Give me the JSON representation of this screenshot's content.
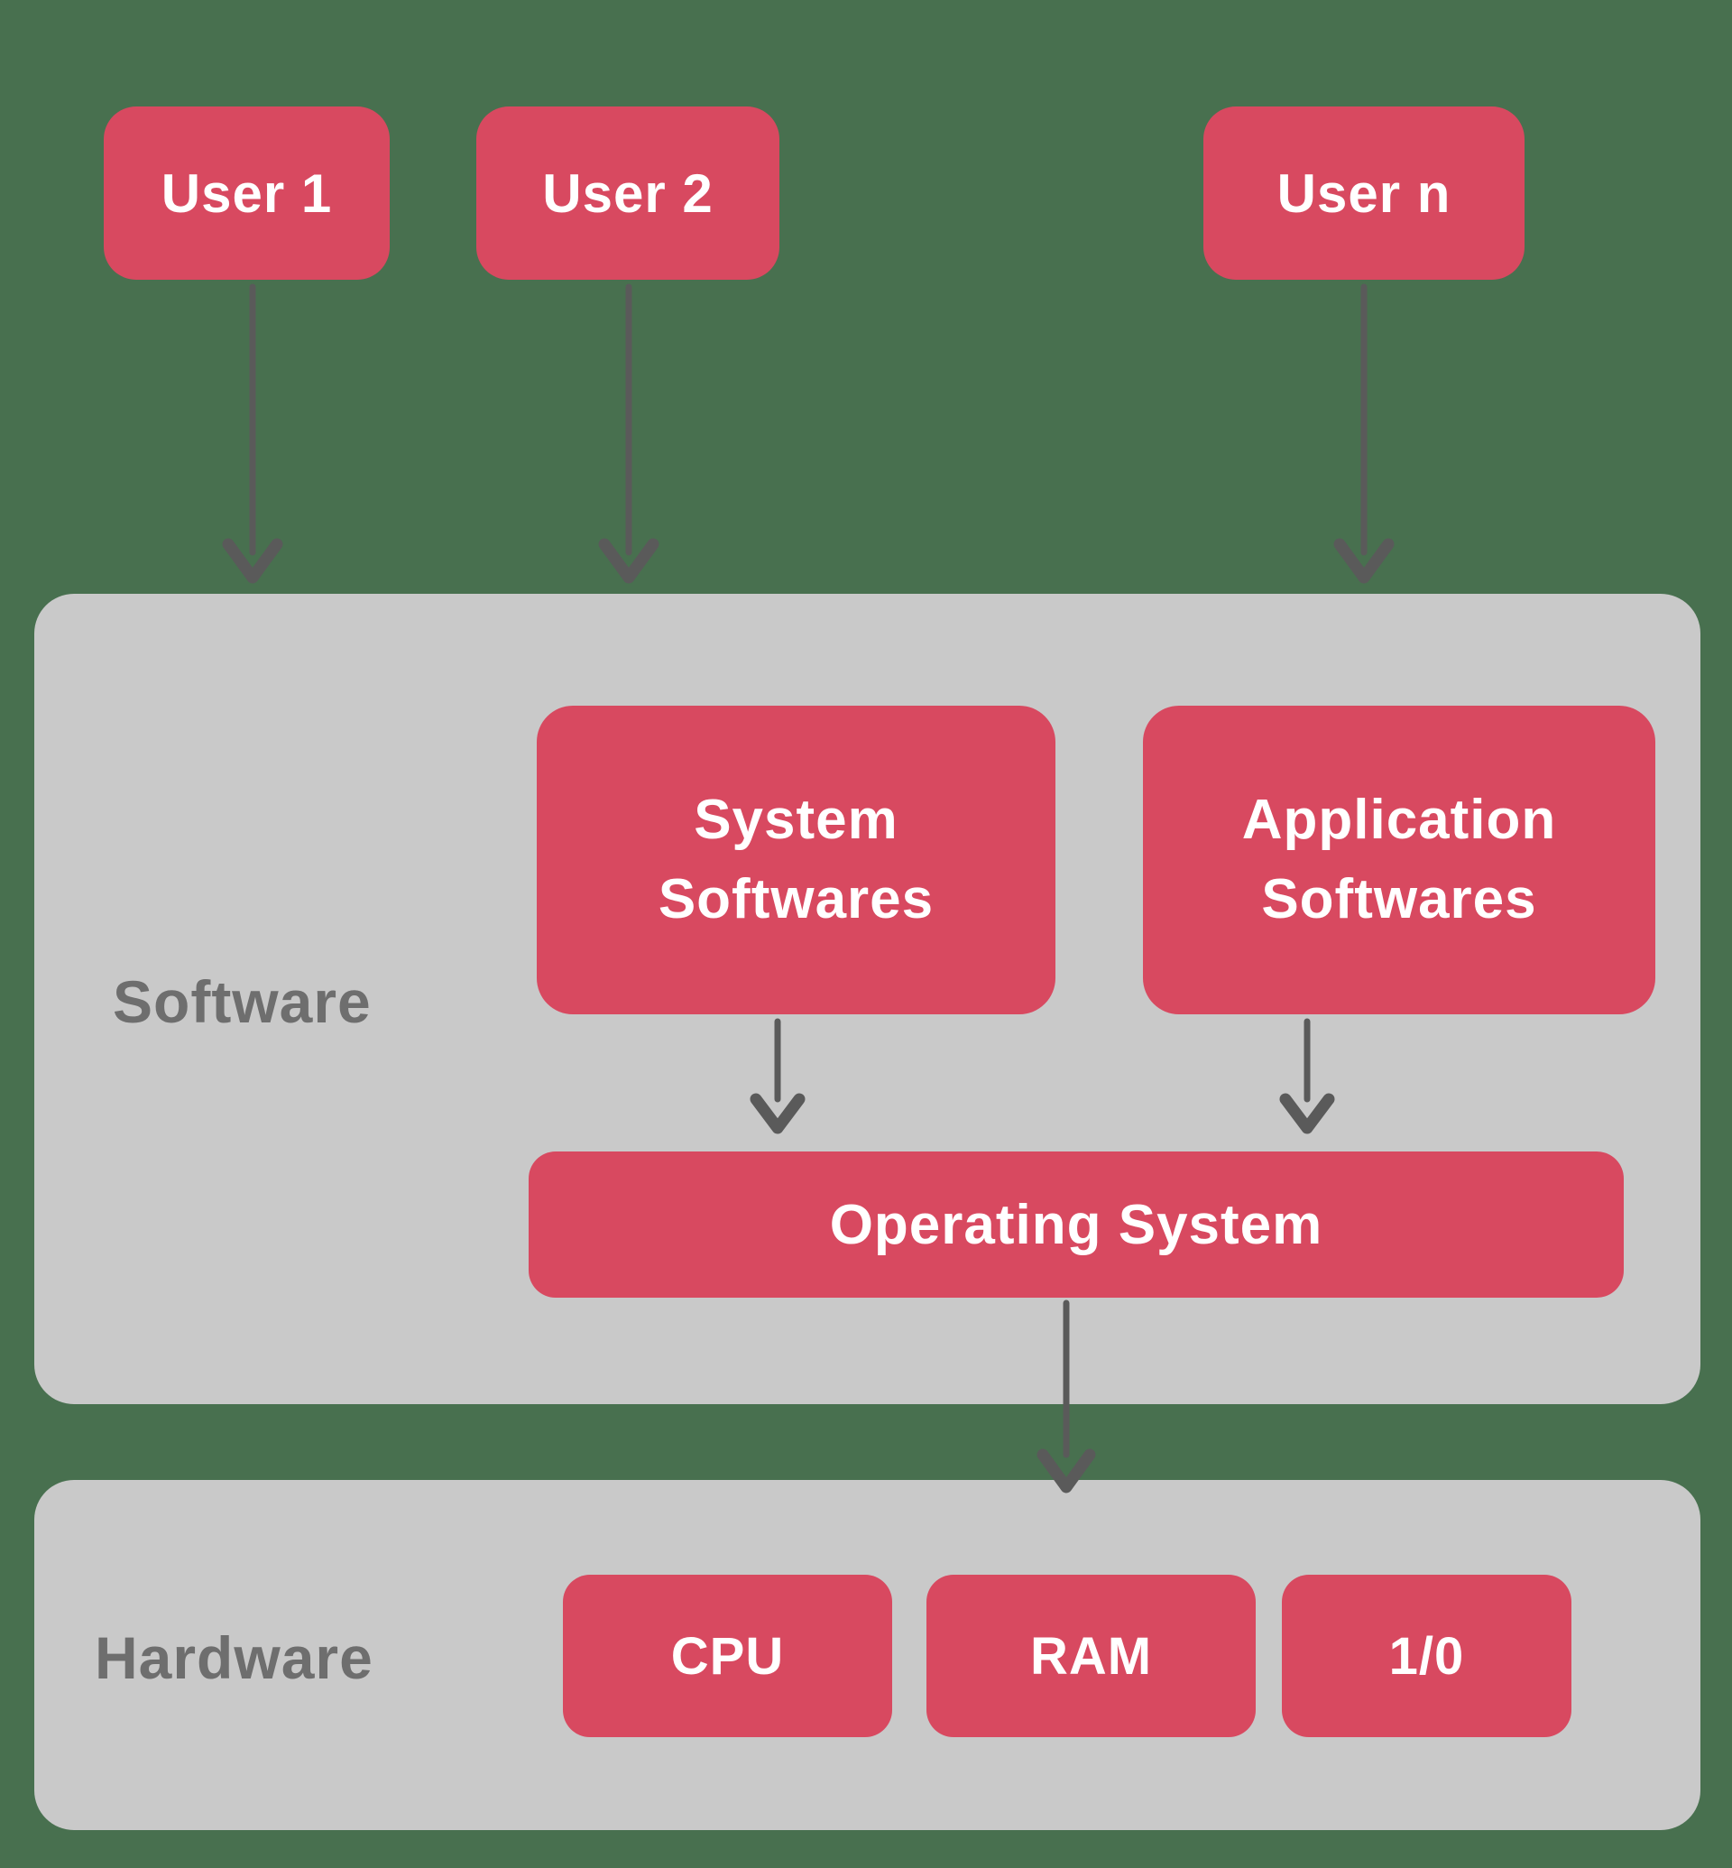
{
  "colors": {
    "bg": "#48704F",
    "pink": "#D84960",
    "container": "#C9C9C9",
    "label": "#6E6E6E",
    "arrow": "#5A5A5A",
    "boxtext": "#FFFFFF"
  },
  "users": [
    {
      "label": "User 1"
    },
    {
      "label": "User 2"
    },
    {
      "label": "User n"
    }
  ],
  "software": {
    "label": "Software",
    "system_box": "System Softwares",
    "application_box": "Application Softwares",
    "os_box": "Operating System"
  },
  "hardware": {
    "label": "Hardware",
    "components": [
      {
        "label": "CPU"
      },
      {
        "label": "RAM"
      },
      {
        "label": "1/0"
      }
    ]
  }
}
